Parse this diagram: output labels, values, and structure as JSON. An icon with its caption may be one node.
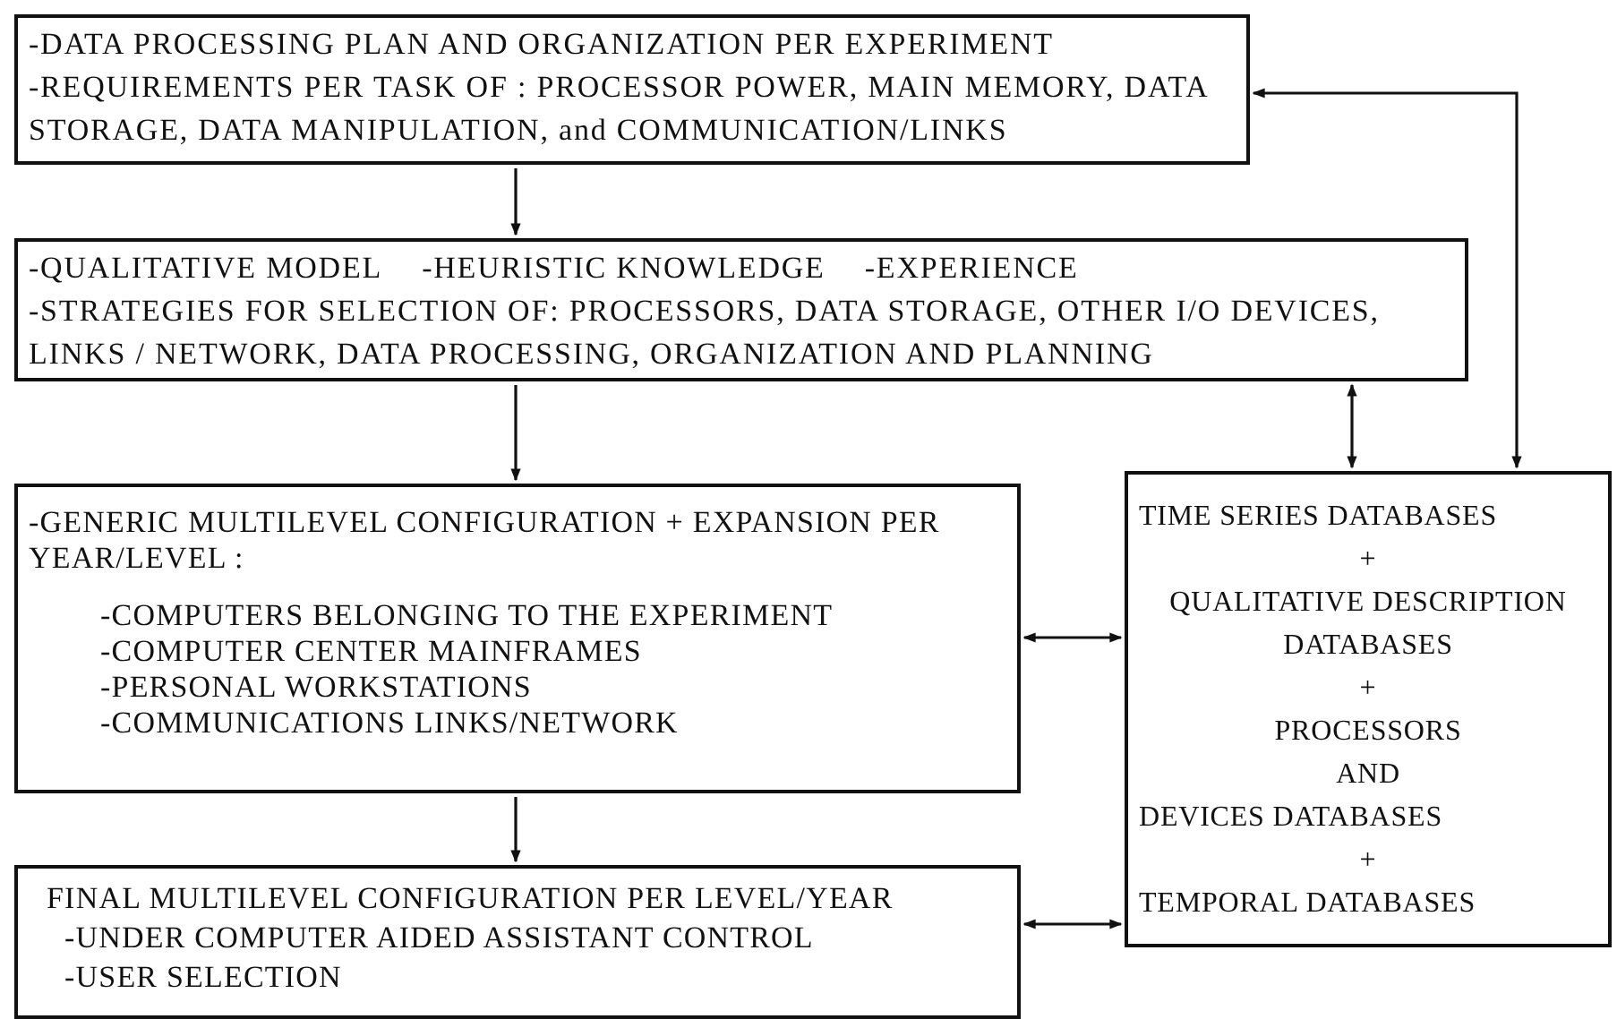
{
  "diagram": {
    "nodes": [
      {
        "text": [
          "-DATA PROCESSING PLAN AND ORGANIZATION PER EXPERIMENT",
          "-REQUIREMENTS PER TASK OF : PROCESSOR POWER, MAIN MEMORY, DATA STORAGE, DATA MANIPULATION, and COMMUNICATION/LINKS"
        ]
      },
      {
        "text": [
          "-QUALITATIVE MODEL",
          "-HEURISTIC KNOWLEDGE",
          "-EXPERIENCE",
          "-STRATEGIES FOR SELECTION OF: PROCESSORS, DATA STORAGE, OTHER I/O DEVICES, LINKS / NETWORK, DATA PROCESSING, ORGANIZATION AND PLANNING"
        ]
      },
      {
        "text": [
          "-GENERIC MULTILEVEL CONFIGURATION + EXPANSION PER YEAR/LEVEL :",
          "-COMPUTERS BELONGING TO THE EXPERIMENT",
          "-COMPUTER CENTER MAINFRAMES",
          "-PERSONAL WORKSTATIONS",
          "-COMMUNICATIONS LINKS/NETWORK"
        ]
      },
      {
        "text": [
          "FINAL MULTILEVEL CONFIGURATION PER LEVEL/YEAR",
          "-UNDER COMPUTER AIDED ASSISTANT CONTROL",
          "-USER SELECTION"
        ]
      },
      {
        "text": [
          "TIME SERIES DATABASES",
          "+",
          "QUALITATIVE DESCRIPTION DATABASES",
          "+",
          "PROCESSORS",
          "AND",
          "DEVICES DATABASES",
          "+",
          "TEMPORAL DATABASES"
        ]
      }
    ],
    "edges": [
      {
        "from": 0,
        "to": 1,
        "arrow": "to"
      },
      {
        "from": 1,
        "to": 2,
        "arrow": "to"
      },
      {
        "from": 2,
        "to": 3,
        "arrow": "to"
      },
      {
        "from": 0,
        "to": 4,
        "arrow": "both"
      },
      {
        "from": 1,
        "to": 4,
        "arrow": "both"
      },
      {
        "from": 2,
        "to": 4,
        "arrow": "both"
      },
      {
        "from": 3,
        "to": 4,
        "arrow": "both"
      }
    ]
  }
}
